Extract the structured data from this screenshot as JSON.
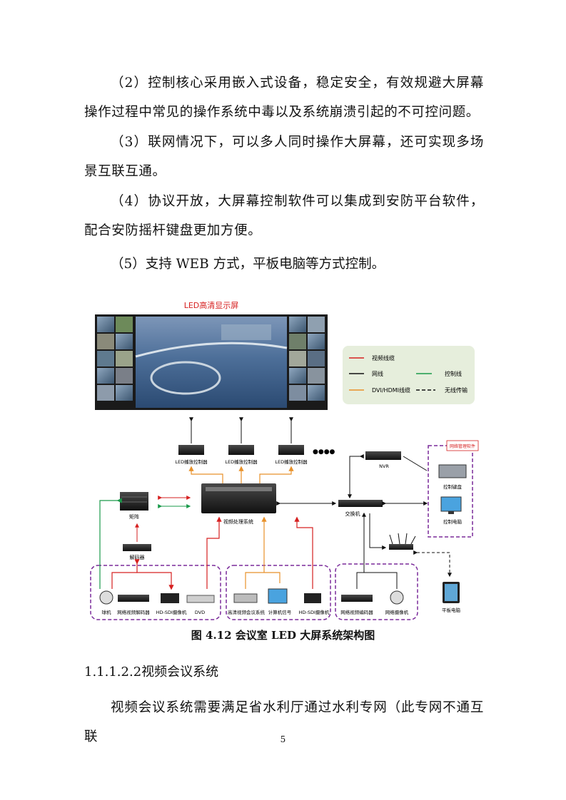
{
  "paragraphs": {
    "p2": "（2）控制核心采用嵌入式设备，稳定安全，有效规避大屏幕操作过程中常见的操作系统中毒以及系统崩溃引起的不可控问题。",
    "p3": "（3）联网情况下，可以多人同时操作大屏幕，还可实现多场景互联互通。",
    "p4": "（4）协议开放，大屏幕控制软件可以集成到安防平台软件，配合安防摇杆键盘更加方便。",
    "p5": "（5）支持 WEB 方式，平板电脑等方式控制。",
    "p6": "视频会议系统需要满足省水利厅通过水利专网（此专网不通互联"
  },
  "diagram": {
    "screen_title": "LED高清显示屏",
    "legend": {
      "video": "视频线缆",
      "network": "网线",
      "control": "控制线",
      "dvi": "DVI/HDMI线缆",
      "wireless": "无线传输",
      "colors": {
        "video": "#d62020",
        "network": "#111111",
        "control": "#1a9a4a",
        "dvi": "#e8912a",
        "wireless": "#111111"
      }
    },
    "controllers": [
      "LED播放控制器",
      "LED播放控制器",
      "LED播放控制器"
    ],
    "matrix": "矩阵",
    "processor": "视频处理系统",
    "switch": "交换机",
    "nvr": "NVR",
    "decoder": "解码器",
    "control_software": "网络管理软件",
    "control_keyboard": "控制键盘",
    "control_pc": "控制电脑",
    "tablet": "平板电脑",
    "group1": [
      "球机",
      "网络视频解码器",
      "HD-SDI摄像机",
      "DVD"
    ],
    "group2": [
      "高清视频会议系统",
      "计算机信号",
      "HD-SDI摄像机"
    ],
    "group3": [
      "网络视频编码器",
      "网络摄像机"
    ],
    "ellipsis": "●●●●"
  },
  "caption": "图 4.12 会议室 LED 大屏系统架构图",
  "heading": "1.1.1.2.2视频会议系统",
  "page_number": "5"
}
